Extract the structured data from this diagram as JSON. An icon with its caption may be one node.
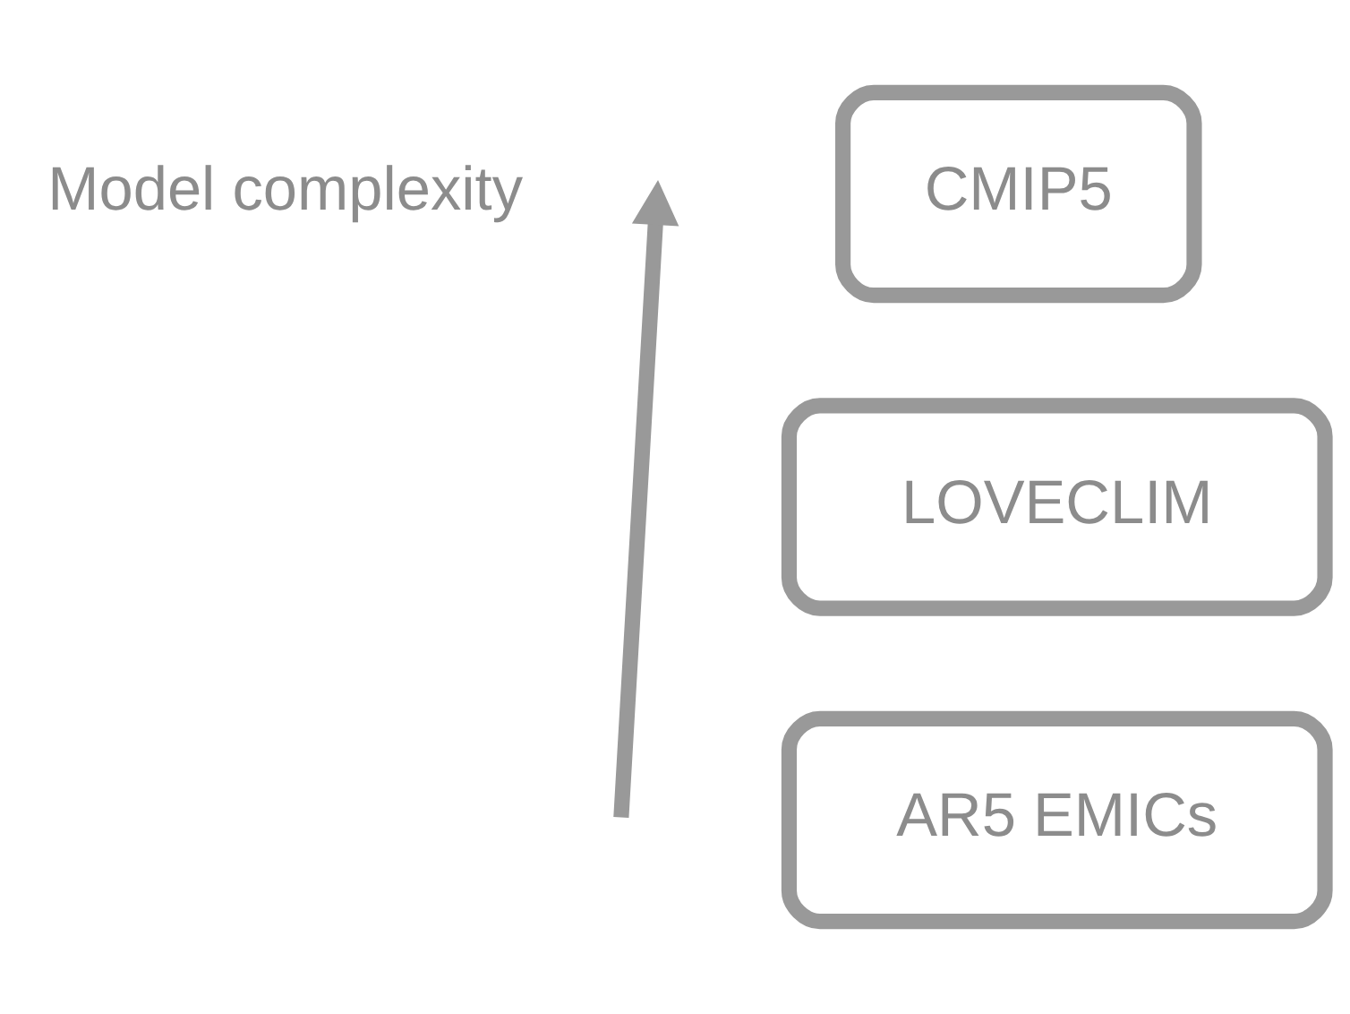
{
  "diagram": {
    "nodes": [
      {
        "text": [
          "CMIP5"
        ]
      },
      {
        "text": [
          "LOVECLIM"
        ]
      },
      {
        "text": [
          "AR5 EMICs"
        ]
      }
    ],
    "labels": [
      "Model complexity"
    ]
  }
}
